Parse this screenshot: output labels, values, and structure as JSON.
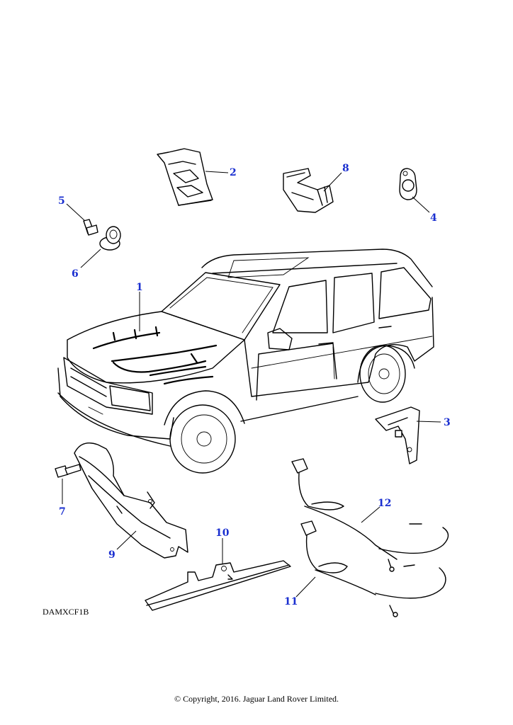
{
  "diagram": {
    "drawing_code": "DAMXCF1B",
    "copyright": "© Copyright, 2016. Jaguar Land Rover Limited.",
    "callout_color": "#1a2fd0",
    "callouts": {
      "c1": "1",
      "c2": "2",
      "c3": "3",
      "c4": "4",
      "c5": "5",
      "c6": "6",
      "c7": "7",
      "c8": "8",
      "c9": "9",
      "c10": "10",
      "c11": "11",
      "c12": "12"
    }
  }
}
